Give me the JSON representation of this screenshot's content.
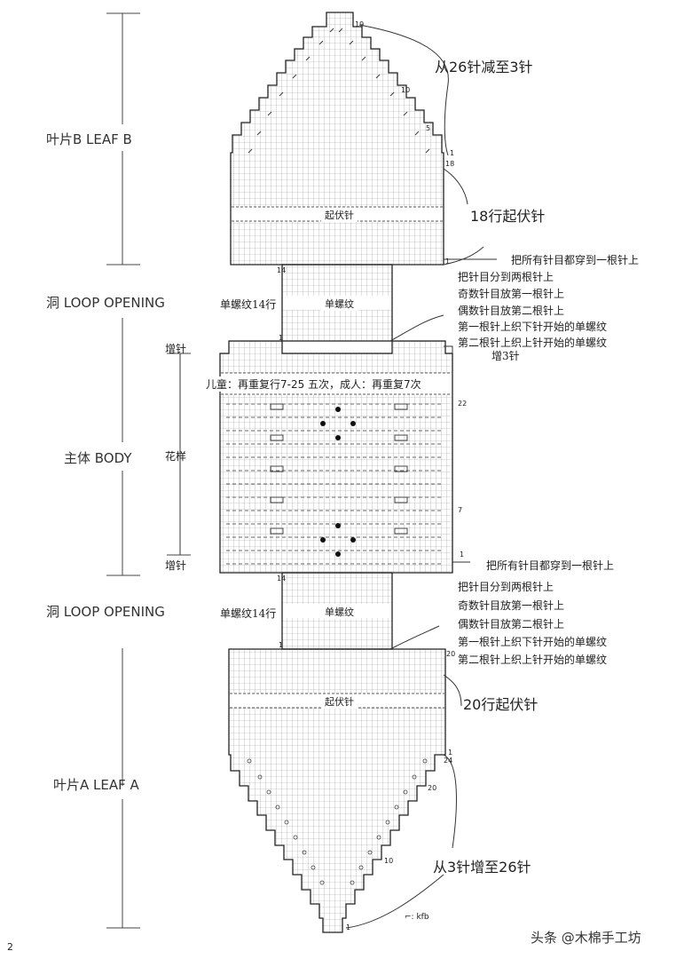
{
  "sections": {
    "leaf_b": "叶片B LEAF B",
    "loop_top": "洞 LOOP OPENING",
    "body": "主体 BODY",
    "loop_bottom": "洞 LOOP OPENING",
    "leaf_a": "叶片A LEAF A"
  },
  "annotations": {
    "leaf_b_decrease": "从26针减至3针",
    "leaf_b_garter": "18行起伏针",
    "garter_band": "起伏针",
    "single_rib_label": "单螺纹",
    "single_rib_rows": "单螺纹14行",
    "increase_top": "增针",
    "increase_bottom": "增针",
    "pattern": "花样",
    "increase_3": "增3针",
    "repeat_note": "儿童：再重复行7-25 五次，成人：再重复7次",
    "leaf_a_garter": "20行起伏针",
    "leaf_a_increase": "从3针增至26针",
    "kfb_legend": ": kfb"
  },
  "instructions_top": [
    "把所有针目都穿到一根针上",
    "把针目分到两根针上",
    "奇数针目放第一根针上",
    "偶数针目放第二根针上",
    "第一根针上织下针开始的单螺纹",
    "第二根针上织上针开始的单螺纹"
  ],
  "instructions_bottom": [
    "把所有针目都穿到一根针上",
    "把针目分到两根针上",
    "奇数针目放第一根针上",
    "偶数针目放第二根针上",
    "第一根针上织下针开始的单螺纹",
    "第二根针上织上针开始的单螺纹"
  ],
  "row_numbers": {
    "leaf_b": [
      "19",
      "10",
      "5",
      "1",
      "18",
      "1"
    ],
    "loop_top": [
      "14",
      "1"
    ],
    "body": [
      "22",
      "7",
      "1"
    ],
    "loop_bottom": [
      "14",
      "1"
    ],
    "leaf_a": [
      "20",
      "1",
      "24",
      "20",
      "10",
      "1"
    ]
  },
  "page_number": "2",
  "watermark": "头条 @木棉手工坊",
  "colors": {
    "grid": "#9a9a9a",
    "outline": "#222222",
    "leader": "#333333"
  }
}
